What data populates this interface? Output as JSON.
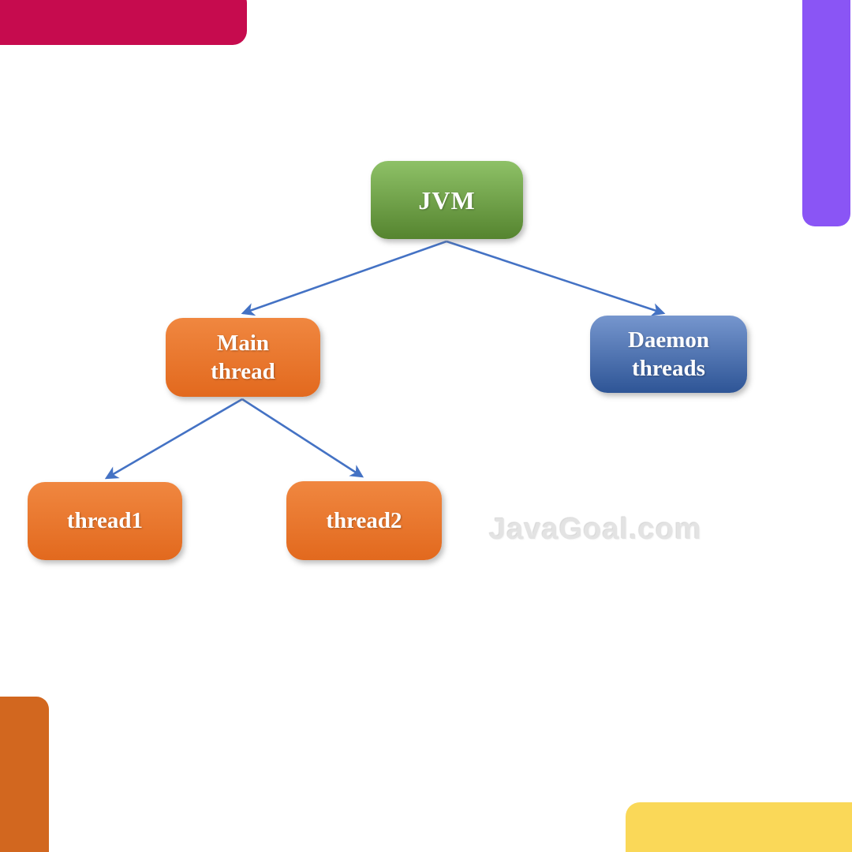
{
  "watermark": "JavaGoal.com",
  "nodes": {
    "jvm": {
      "label": "JVM"
    },
    "main_thread": {
      "label": "Main\nthread"
    },
    "daemon_threads": {
      "label": "Daemon\nthreads"
    },
    "thread1": {
      "label": "thread1"
    },
    "thread2": {
      "label": "thread2"
    }
  },
  "edges": [
    {
      "from": "jvm",
      "to": "main_thread"
    },
    {
      "from": "jvm",
      "to": "daemon_threads"
    },
    {
      "from": "main_thread",
      "to": "thread1"
    },
    {
      "from": "main_thread",
      "to": "thread2"
    }
  ],
  "colors": {
    "green_top": "#8ec167",
    "green_bottom": "#55842f",
    "orange_top": "#f08740",
    "orange_bottom": "#e2691e",
    "blue_top": "#7696ce",
    "blue_bottom": "#2e5596",
    "arrow": "#4472c4",
    "bar_crimson": "#c60b4e",
    "bar_purple": "#8a55f5",
    "bar_orange": "#d2671f",
    "bar_yellow": "#fad858",
    "watermark_gray": "#e3e3e3"
  }
}
